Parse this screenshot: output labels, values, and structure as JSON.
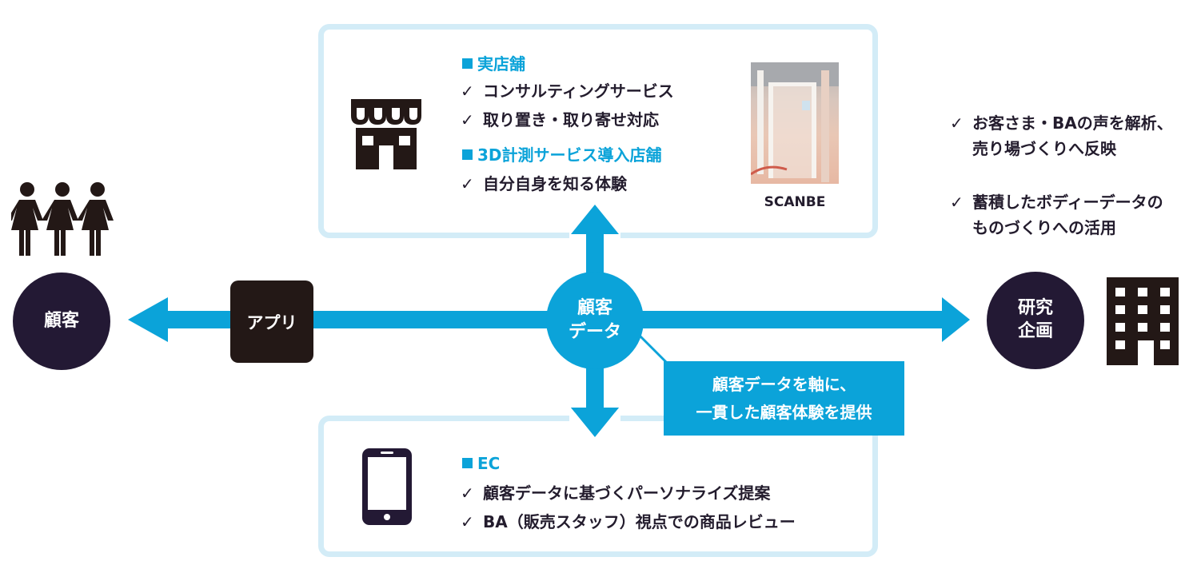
{
  "store_section": {
    "title": "実店舗",
    "items": [
      "コンサルティングサービス",
      "取り置き・取り寄せ対応"
    ],
    "sub_title": "3D計測サービス導入店舗",
    "sub_items": [
      "自分自身を知る体験"
    ],
    "photo_caption": "SCANBE",
    "icon": "storefront-icon"
  },
  "ec_section": {
    "title": "EC",
    "items": [
      "顧客データに基づくパーソナライズ提案",
      "BA（販売スタッフ）視点での商品レビュー"
    ],
    "icon": "smartphone-icon"
  },
  "customer": {
    "label": "顧客",
    "icon": "women-group-icon"
  },
  "app": {
    "label": "アプリ"
  },
  "center": {
    "line1": "顧客",
    "line2": "データ"
  },
  "callout": {
    "line1": "顧客データを軸に、",
    "line2": "一貫した顧客体験を提供"
  },
  "research": {
    "line1": "研究",
    "line2": "企画",
    "icon": "office-building-icon"
  },
  "right_notes": [
    {
      "line1": "お客さま・BAの声を解析、",
      "line2": "売り場づくりへ反映"
    },
    {
      "line1": "蓄積したボディーデータの",
      "line2": "ものづくりへの活用"
    }
  ],
  "check_mark": "✓",
  "colors": {
    "accent": "#0ba3d9",
    "dark": "#231934",
    "box_border": "#d3ecf7"
  }
}
